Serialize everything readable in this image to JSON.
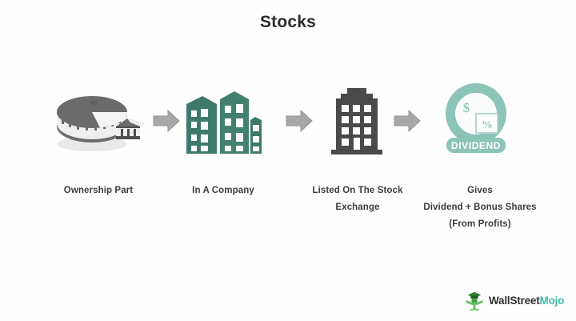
{
  "page": {
    "title": "Stocks",
    "background_color": "#ffffff"
  },
  "colors": {
    "title_text": "#2b2b2b",
    "label_text": "#3c3c3c",
    "arrow": "#a6a6a6",
    "arrow_outline": "#8f8f8f",
    "pie_dark": "#6e6e6e",
    "pie_light": "#f2f2f2",
    "building_teal": "#3e7a6b",
    "building_gray": "#4a4a4a",
    "dividend_teal": "#8cc4b8",
    "logo_green": "#4caf50",
    "logo_accent": "#3bbfa8"
  },
  "flow": {
    "steps": [
      {
        "icon_name": "pie-chart-3d-icon",
        "label_lines": [
          "Ownership Part"
        ]
      },
      {
        "icon_name": "office-buildings-icon",
        "label_lines": [
          "In A Company"
        ]
      },
      {
        "icon_name": "stock-exchange-building-icon",
        "label_lines": [
          "Listed On The Stock",
          "Exchange"
        ]
      },
      {
        "icon_name": "dividend-badge-icon",
        "badge_text": "DIVIDEND",
        "badge_symbols": [
          "$",
          "%"
        ],
        "label_lines": [
          "Gives",
          "Dividend + Bonus Shares",
          "(From Profits)"
        ]
      }
    ],
    "arrows": [
      {
        "icon_name": "arrow-right-icon"
      },
      {
        "icon_name": "arrow-right-icon"
      },
      {
        "icon_name": "arrow-right-icon"
      }
    ]
  },
  "branding": {
    "icon_name": "wallstreetmojo-logo-icon",
    "name_part1": "WallStreet",
    "name_part2": "Mojo"
  }
}
